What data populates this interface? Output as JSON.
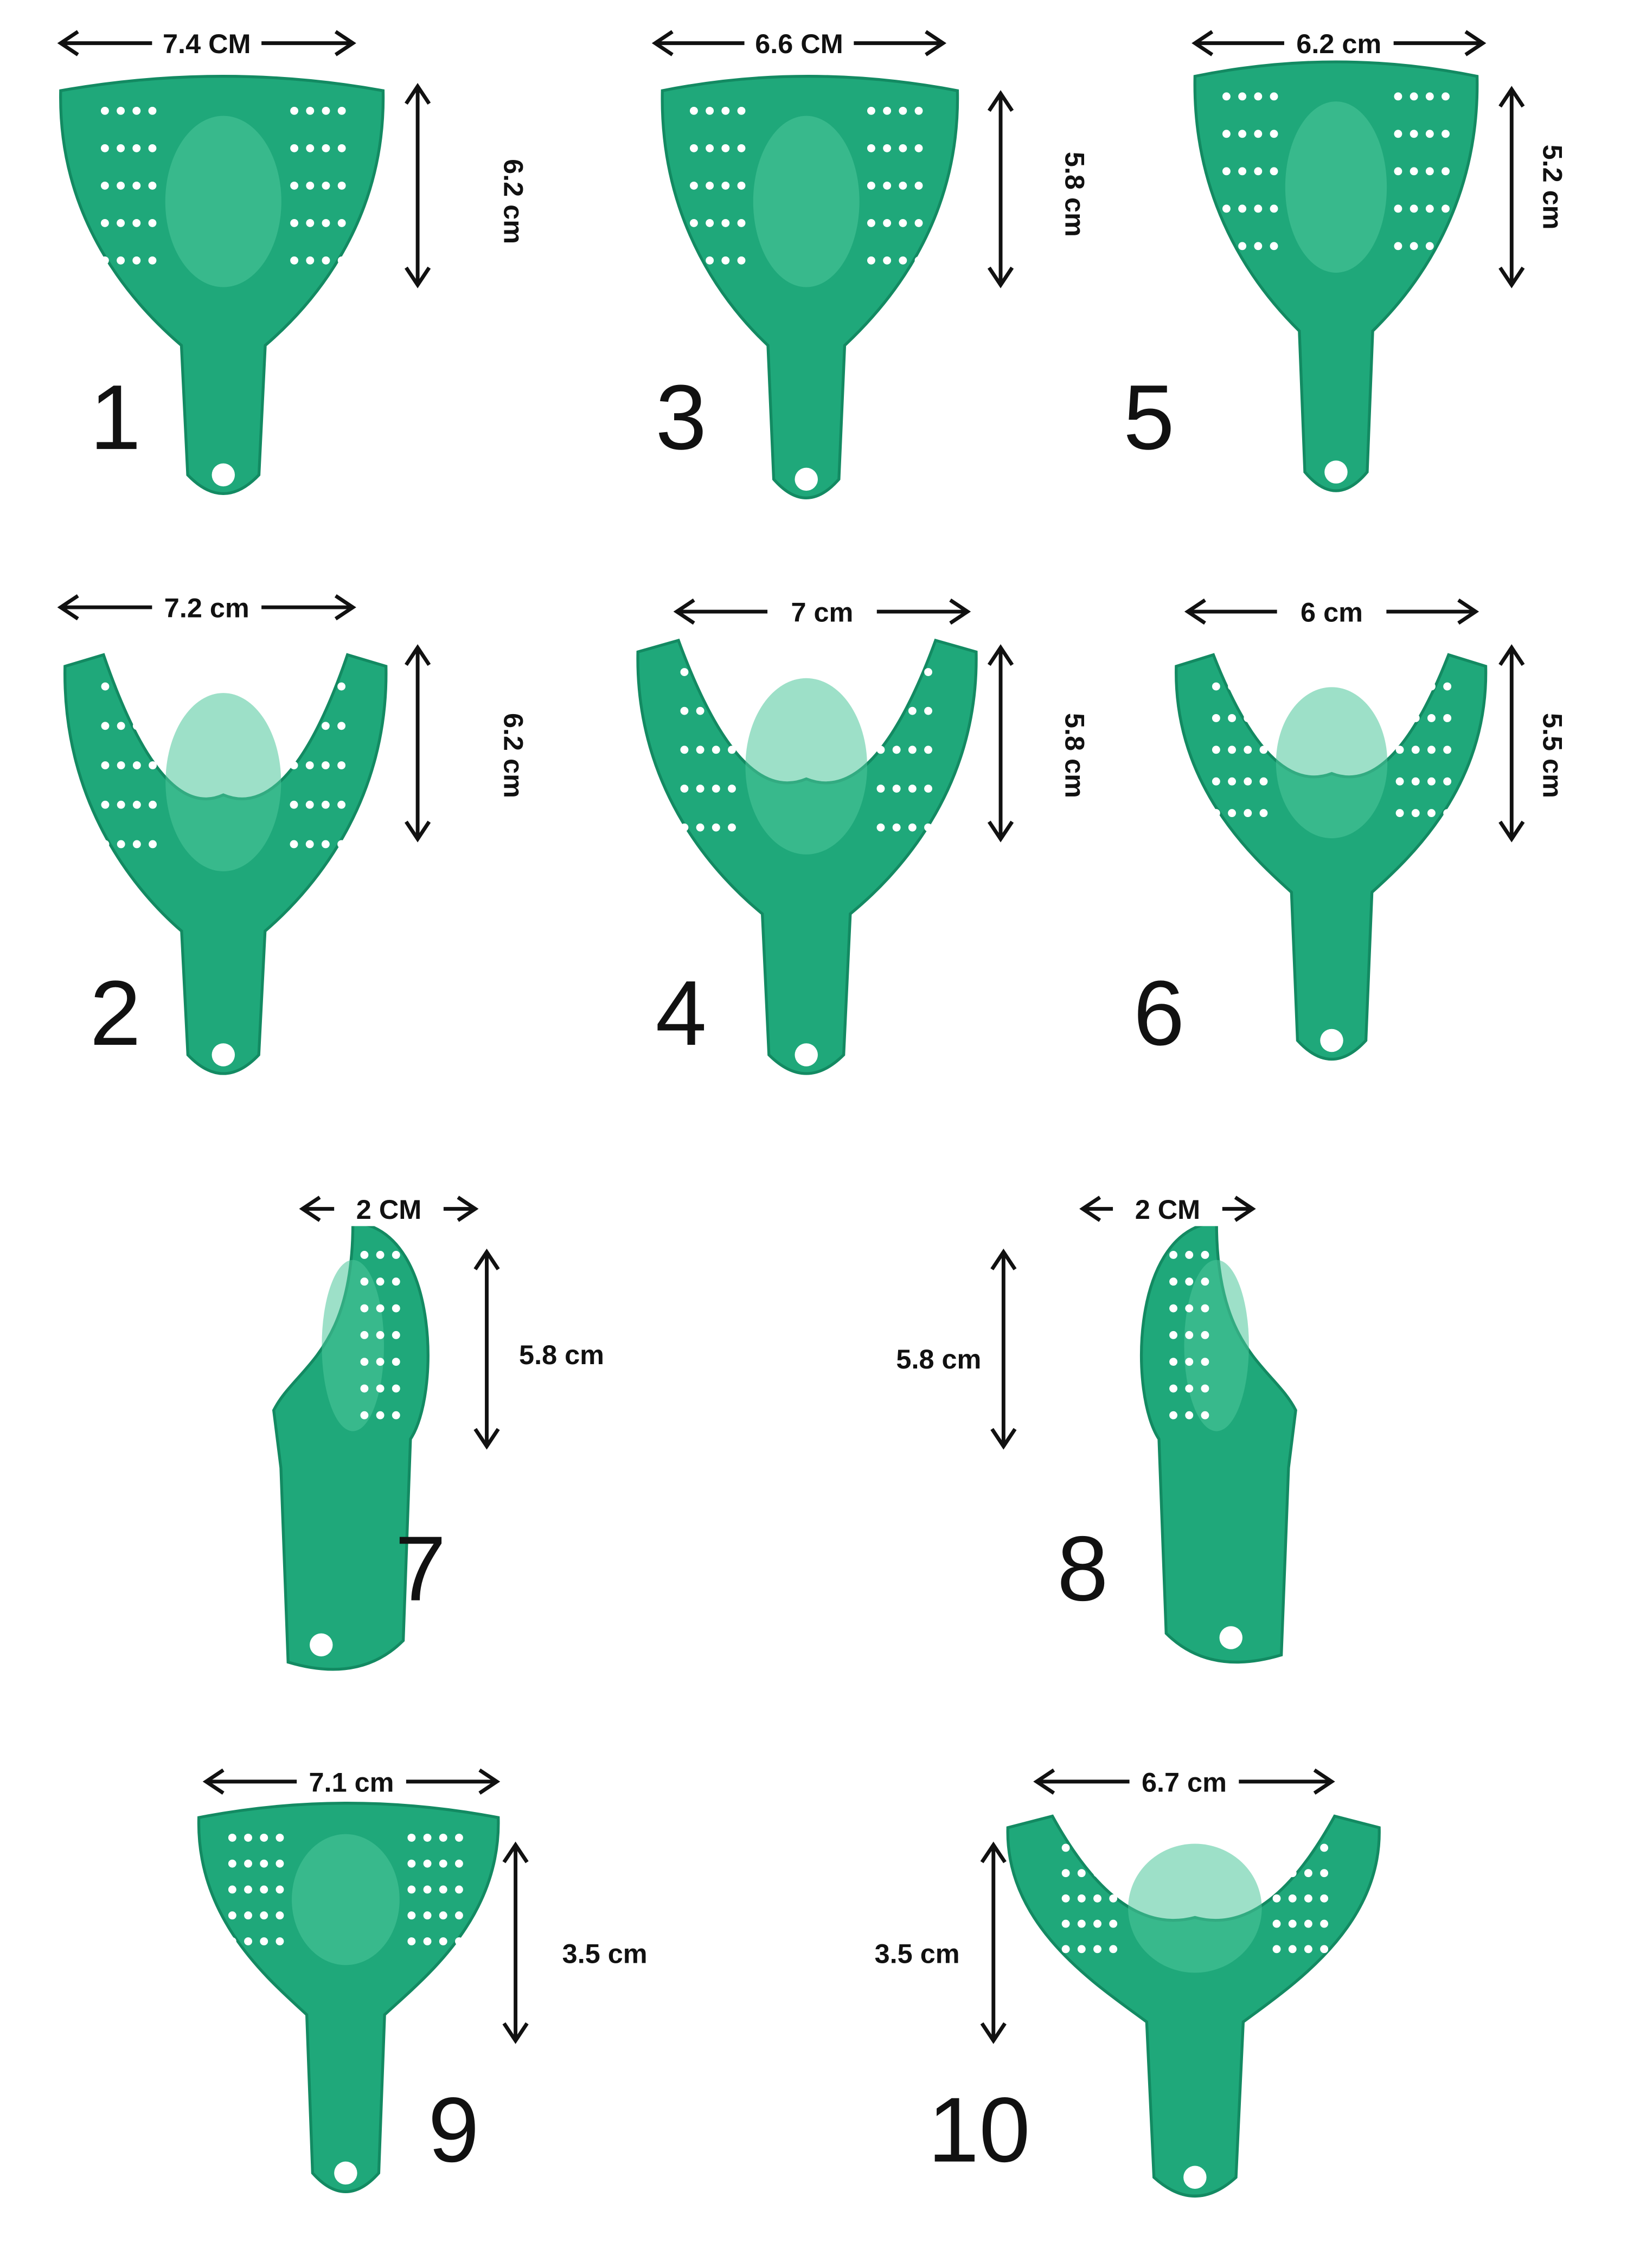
{
  "trays": [
    {
      "number": "1",
      "width": "7.4 CM",
      "height": "6.2 cm",
      "kind": "upper"
    },
    {
      "number": "2",
      "width": "7.2 cm",
      "height": "6.2 cm",
      "kind": "lower"
    },
    {
      "number": "3",
      "width": "6.6 CM",
      "height": "5.8 cm",
      "kind": "upper"
    },
    {
      "number": "4",
      "width": "7 cm",
      "height": "5.8 cm",
      "kind": "lower"
    },
    {
      "number": "5",
      "width": "6.2 cm",
      "height": "5.2 cm",
      "kind": "upper"
    },
    {
      "number": "6",
      "width": "6 cm",
      "height": "5.5 cm",
      "kind": "lower"
    },
    {
      "number": "7",
      "width": "2 CM",
      "height": "5.8 cm",
      "kind": "section-right"
    },
    {
      "number": "8",
      "width": "2 CM",
      "height": "5.8 cm",
      "kind": "section-left"
    },
    {
      "number": "9",
      "width": "7.1 cm",
      "height": "3.5 cm",
      "kind": "upper-anterior"
    },
    {
      "number": "10",
      "width": "6.7 cm",
      "height": "3.5 cm",
      "kind": "lower-anterior"
    }
  ],
  "colors": {
    "tray": "#1fa87a",
    "tray_edge": "#138a62"
  }
}
